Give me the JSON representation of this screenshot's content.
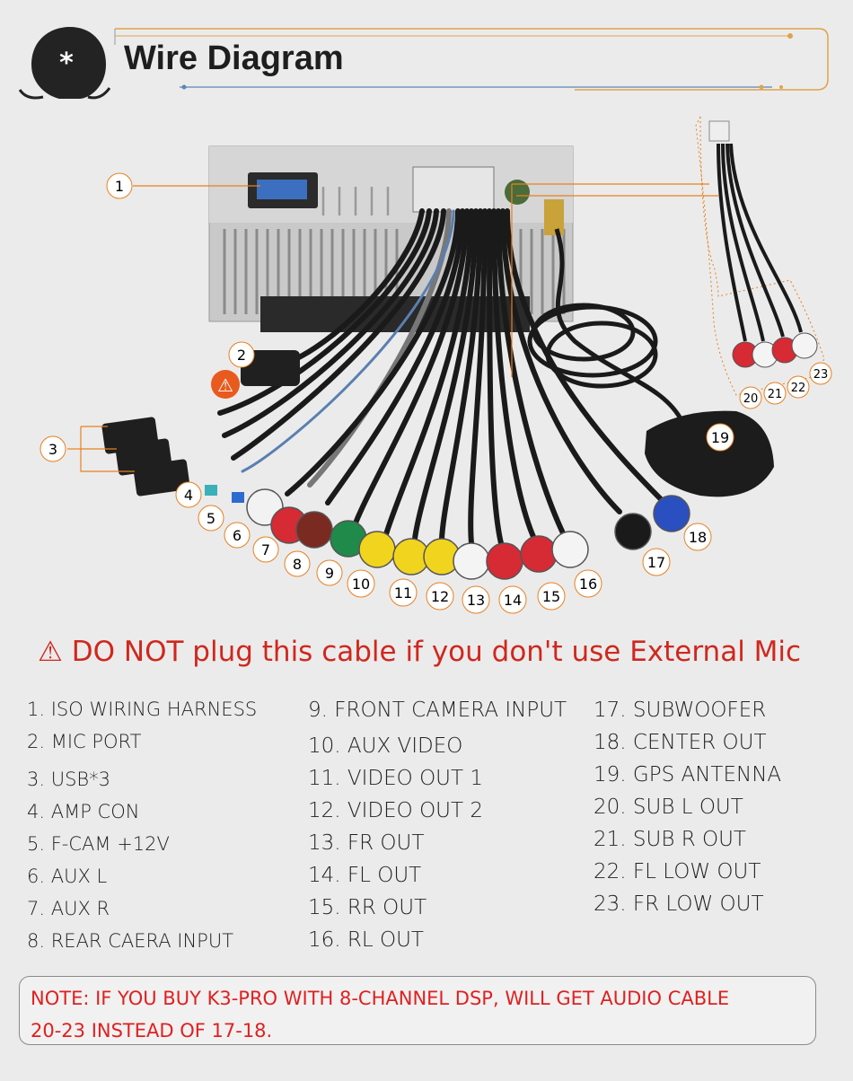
{
  "header": {
    "title": "Wire Diagram",
    "badge_symbol": "*"
  },
  "warning": {
    "icon": "warning-triangle-icon",
    "text": "DO NOT plug this cable if you don't use External Mic"
  },
  "callouts": [
    "1",
    "2",
    "3",
    "4",
    "5",
    "6",
    "7",
    "8",
    "9",
    "10",
    "11",
    "12",
    "13",
    "14",
    "15",
    "16",
    "17",
    "18",
    "19",
    "20",
    "21",
    "22",
    "23"
  ],
  "legend": {
    "col1": [
      "1. ISO WIRING HARNESS",
      "2. MIC PORT",
      "3. USB*3",
      "4. AMP CON",
      "5. F-CAM +12V",
      "6. AUX L",
      "7. AUX R",
      "8. REAR CAERA INPUT"
    ],
    "col2": [
      "9. FRONT CAMERA INPUT",
      "10. AUX VIDEO",
      "11. VIDEO OUT 1",
      "12. VIDEO OUT 2",
      "13. FR OUT",
      "14. FL OUT",
      "15. RR OUT",
      "16. RL OUT"
    ],
    "col3": [
      "17. SUBWOOFER",
      "18. CENTER OUT",
      "19. GPS ANTENNA",
      "20. SUB L OUT",
      "21. SUB R OUT",
      "22. FL LOW OUT",
      "23. FR LOW OUT"
    ]
  },
  "note": {
    "line1": "NOTE: IF YOU BUY K3-PRO WITH 8-CHANNEL DSP, WILL GET AUDIO CABLE",
    "line2": "20-23 INSTEAD OF 17-18."
  },
  "colors": {
    "accent": "#e8801f",
    "warning": "#d0271d",
    "cable": "#1a1a1a"
  }
}
